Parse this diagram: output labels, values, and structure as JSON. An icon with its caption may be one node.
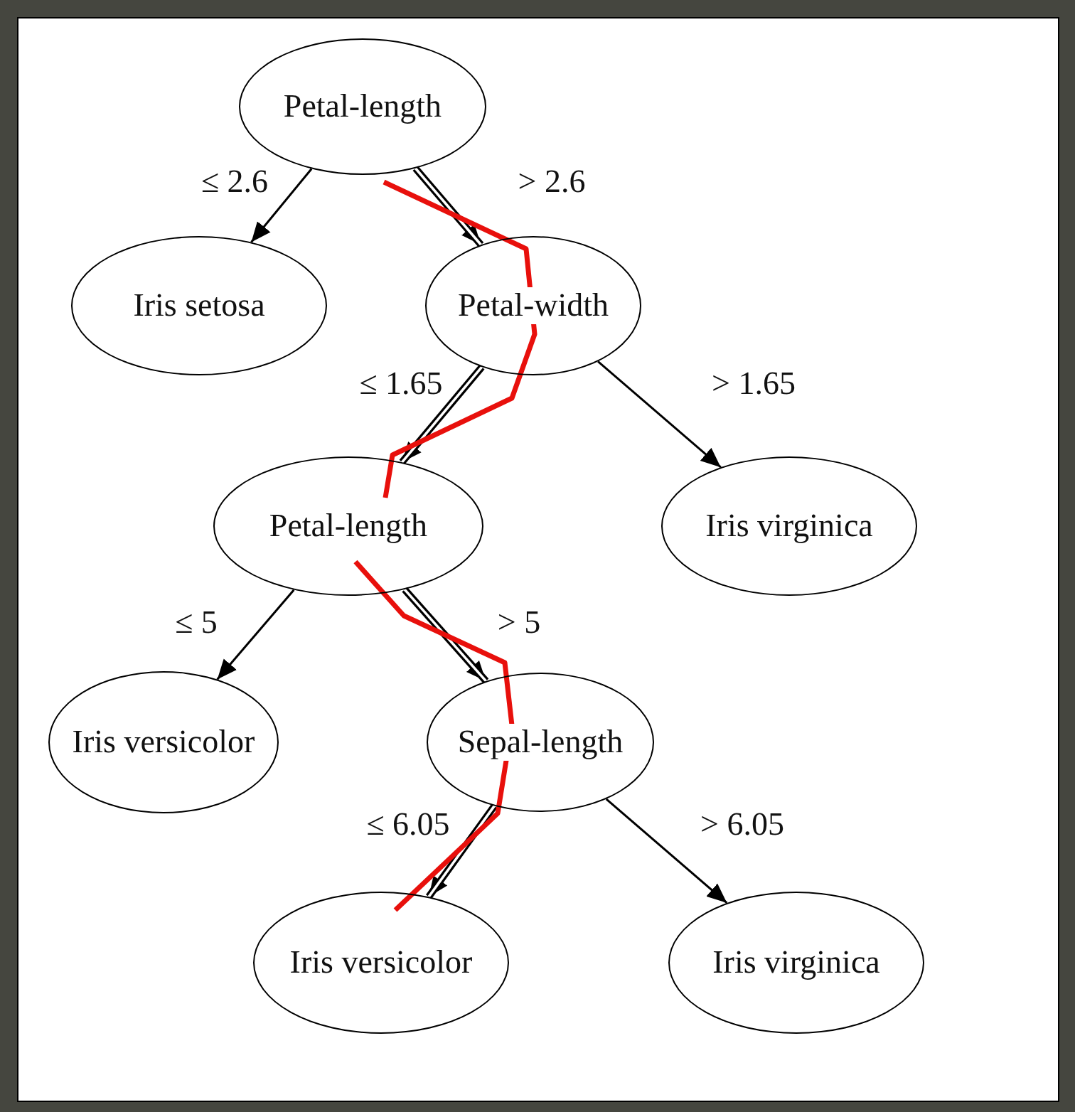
{
  "diagram": {
    "nodes": [
      {
        "text": [
          "Petal-length"
        ]
      },
      {
        "text": [
          "Iris setosa"
        ]
      },
      {
        "text": [
          "Petal-width"
        ]
      },
      {
        "text": [
          "Petal-length"
        ]
      },
      {
        "text": [
          "Iris virginica"
        ]
      },
      {
        "text": [
          "Iris versicolor"
        ]
      },
      {
        "text": [
          "Sepal-length"
        ]
      },
      {
        "text": [
          "Iris versicolor"
        ]
      },
      {
        "text": [
          "Iris virginica"
        ]
      }
    ],
    "edges": [
      {
        "from": 0,
        "to": 1,
        "arrow": "to",
        "label": "≤ 2.6"
      },
      {
        "from": 0,
        "to": 2,
        "arrow": "to",
        "label": "> 2.6",
        "style": "thick"
      },
      {
        "from": 2,
        "to": 3,
        "arrow": "to",
        "label": "≤ 1.65",
        "style": "thick"
      },
      {
        "from": 2,
        "to": 4,
        "arrow": "to",
        "label": "> 1.65"
      },
      {
        "from": 3,
        "to": 5,
        "arrow": "to",
        "label": "≤ 5"
      },
      {
        "from": 3,
        "to": 6,
        "arrow": "to",
        "label": "> 5",
        "style": "thick"
      },
      {
        "from": 6,
        "to": 7,
        "arrow": "to",
        "label": "≤ 6.05",
        "style": "thick"
      },
      {
        "from": 6,
        "to": 8,
        "arrow": "to",
        "label": "> 6.05"
      }
    ]
  }
}
